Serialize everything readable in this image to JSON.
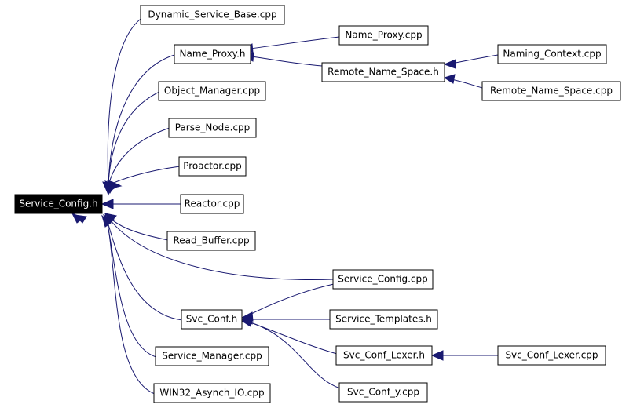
{
  "colors": {
    "edge": "#191970",
    "node_border": "#000000",
    "root_fill": "#000000",
    "root_text": "#ffffff",
    "background": "#ffffff"
  },
  "nodes": {
    "service_config_h": "Service_Config.h",
    "dynamic_service_base_cpp": "Dynamic_Service_Base.cpp",
    "name_proxy_h": "Name_Proxy.h",
    "name_proxy_cpp": "Name_Proxy.cpp",
    "remote_name_space_h": "Remote_Name_Space.h",
    "naming_context_cpp": "Naming_Context.cpp",
    "remote_name_space_cpp": "Remote_Name_Space.cpp",
    "object_manager_cpp": "Object_Manager.cpp",
    "parse_node_cpp": "Parse_Node.cpp",
    "proactor_cpp": "Proactor.cpp",
    "reactor_cpp": "Reactor.cpp",
    "read_buffer_cpp": "Read_Buffer.cpp",
    "service_config_cpp": "Service_Config.cpp",
    "svc_conf_h": "Svc_Conf.h",
    "service_templates_h": "Service_Templates.h",
    "svc_conf_lexer_h": "Svc_Conf_Lexer.h",
    "svc_conf_lexer_cpp": "Svc_Conf_Lexer.cpp",
    "svc_conf_y_cpp": "Svc_Conf_y.cpp",
    "service_manager_cpp": "Service_Manager.cpp",
    "win32_asynch_io_cpp": "WIN32_Asynch_IO.cpp"
  }
}
